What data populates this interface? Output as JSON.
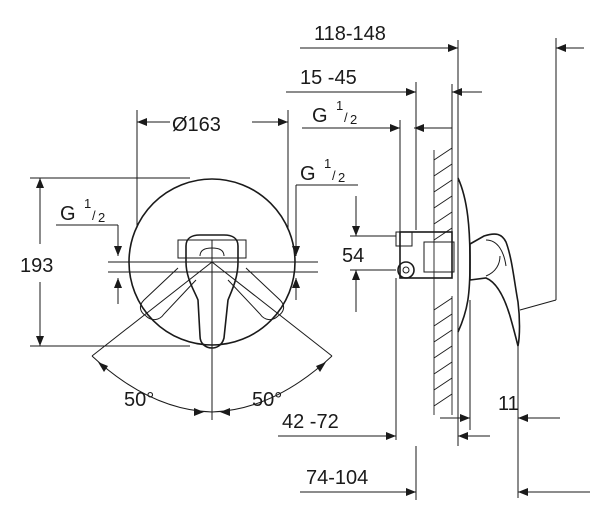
{
  "dimensions": {
    "diameter": "Ø163",
    "height": "193",
    "thread_left": {
      "base": "G",
      "num": "1",
      "den": "2"
    },
    "thread_front": {
      "base": "G",
      "num": "1",
      "den": "2"
    },
    "thread_side": {
      "base": "G",
      "num": "1",
      "den": "2"
    },
    "angle_left": "50°",
    "angle_right": "50°",
    "depth_total": "118-148",
    "depth_wall": "15 -45",
    "port_spacing": "54",
    "depth_body": "42 -72",
    "plate_gap": "11",
    "depth_overall": "74-104"
  }
}
